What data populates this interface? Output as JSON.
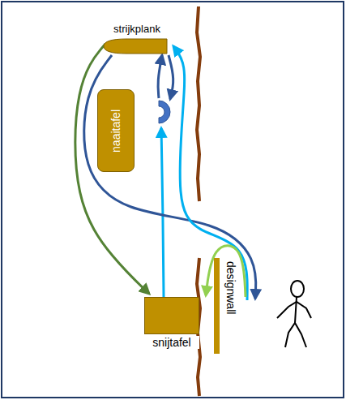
{
  "diagram": {
    "nodes": [
      {
        "text": [
          "strijkplank"
        ]
      },
      {
        "text": [
          "naaitafel"
        ]
      },
      {
        "text": [
          "snijtafel"
        ]
      },
      {
        "text": [
          "designwall"
        ]
      }
    ],
    "edges": [
      {
        "from": 2,
        "to": 1,
        "arrow": "to"
      },
      {
        "from": 1,
        "to": 0,
        "arrow": "to"
      },
      {
        "from": 0,
        "to": 1,
        "arrow": "to"
      },
      {
        "from": 0,
        "to": 3,
        "arrow": "to"
      },
      {
        "from": 3,
        "to": 0,
        "arrow": "to"
      },
      {
        "from": 0,
        "to": 2,
        "arrow": "to"
      },
      {
        "from": 3,
        "to": 2,
        "arrow": "to"
      }
    ]
  }
}
